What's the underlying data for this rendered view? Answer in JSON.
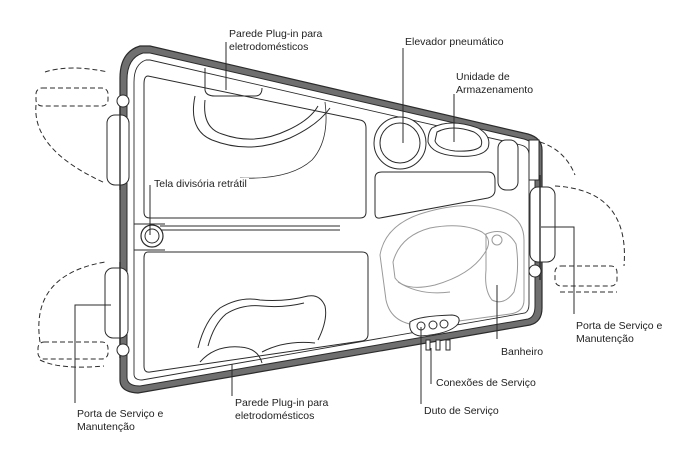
{
  "labels": {
    "plug_wall_top": [
      "Parede Plug-in para",
      "eletrodomésticos"
    ],
    "pneumatic_elevator": "Elevador pneumático",
    "storage_unit": [
      "Unidade de",
      "Armazenamento"
    ],
    "retractable_divider": "Tela divisória retrátil",
    "service_door_right": [
      "Porta de Serviço e",
      "Manutenção"
    ],
    "bathroom": "Banheiro",
    "service_connections": "Conexões de Serviço",
    "service_duct": "Duto de Serviço",
    "plug_wall_bottom": [
      "Parede Plug-in para",
      "eletrodomésticos"
    ],
    "service_door_left": [
      "Porta de Serviço e",
      "Manutenção"
    ]
  },
  "colors": {
    "line": "#2b2b2b",
    "light_line": "#9a9a9a",
    "hull_fill": "#6f6f6f",
    "background": "#ffffff"
  }
}
